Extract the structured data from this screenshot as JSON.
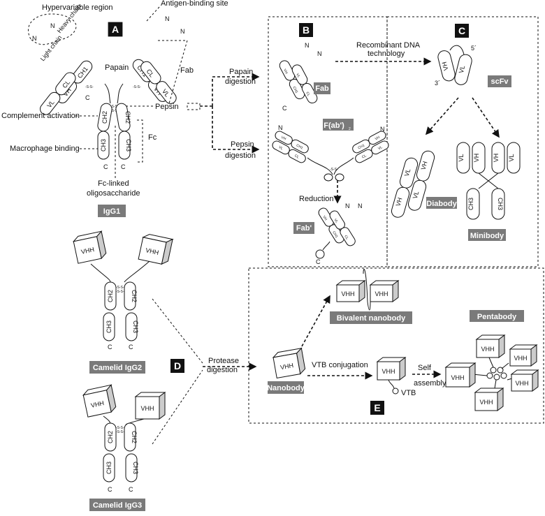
{
  "panels": {
    "a": "A",
    "b": "B",
    "c": "C",
    "d": "D",
    "e": "E"
  },
  "annotations": {
    "hypervariable": "Hypervariable region",
    "antigen_site": "Antigen-binding site",
    "heavy_chain": "Heavy chain",
    "light_chain": "Light chain",
    "papain": "Papain",
    "fab": "Fab",
    "pepsin": "Pepsin",
    "complement": "Complement activation",
    "macrophage": "Macrophage binding",
    "fc": "Fc",
    "fc_linked_1": "Fc-linked",
    "fc_linked_2": "oligosaccharide",
    "papain_digestion_1": "Papain",
    "papain_digestion_2": "digestion",
    "pepsin_digestion_1": "Pepsin",
    "pepsin_digestion_2": "digestion",
    "recombinant_1": "Recombinant DNA",
    "recombinant_2": "technology",
    "reduction": "Reduction",
    "protease_1": "Protease",
    "protease_2": "digestion",
    "vtb_conjugation": "VTB conjugation",
    "self_1": "Self",
    "self_2": "assembly",
    "vtb": "VTB",
    "five_prime": "5´",
    "three_prime": "3´"
  },
  "labels": {
    "igg1": "IgG1",
    "fab": "Fab",
    "fab2_main": "F(ab')",
    "fab2_sub": "2",
    "fab_prime": "Fab'",
    "scfv": "scFv",
    "diabody": "Diabody",
    "minibody": "Minibody",
    "camelid_igg2": "Camelid IgG2",
    "camelid_igg3": "Camelid IgG3",
    "nanobody": "Nanobody",
    "bivalent": "Bivalent nanobody",
    "pentabody": "Pentabody"
  },
  "domains": {
    "vh": "VH",
    "vl": "VL",
    "ch1": "CH1",
    "cl": "CL",
    "ch2": "CH2",
    "ch3": "CH3",
    "vhh": "VHH",
    "n": "N",
    "c": "C",
    "ss": "-S-S-"
  },
  "colors": {
    "label_bg": "#7a7a7a",
    "panel_bg": "#000000"
  }
}
